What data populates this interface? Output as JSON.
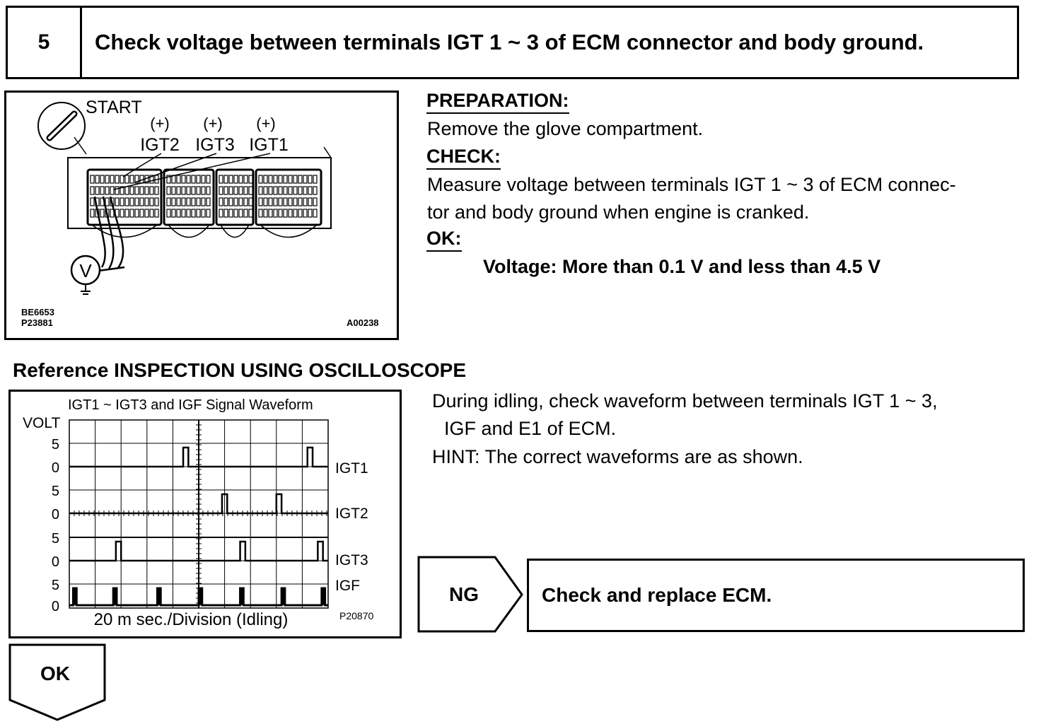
{
  "step": {
    "number": "5",
    "title": "Check voltage between terminals IGT 1 ~ 3 of ECM connector and body ground."
  },
  "connector_figure": {
    "start_label": "START",
    "polarity_labels": [
      "(+)",
      "(+)",
      "(+)"
    ],
    "terminal_labels": [
      "IGT2",
      "IGT3",
      "IGT1"
    ],
    "meter_symbol": "V",
    "codes_left": [
      "BE6653",
      "P23881"
    ],
    "code_right": "A00238"
  },
  "preparation": {
    "heading": "PREPARATION:",
    "text": "Remove the glove compartment."
  },
  "check": {
    "heading": "CHECK:",
    "line1": "Measure voltage between terminals IGT 1 ~ 3 of ECM connec-",
    "line2": "tor and body ground when engine is cranked."
  },
  "ok_spec": {
    "heading": "OK:",
    "value": "Voltage:  More than 0.1 V and less than 4.5 V"
  },
  "reference": {
    "title": "Reference INSPECTION USING OSCILLOSCOPE",
    "line1": "During idling, check waveform between terminals IGT 1 ~ 3,",
    "line2": "IGF and E1 of ECM.",
    "hint": "HINT: The correct waveforms are as shown."
  },
  "chart_data": {
    "type": "line",
    "title": "IGT1 ~ IGT3 and IGF Signal Waveform",
    "ylabel": "VOLT",
    "xlabel": "20 m sec./Division (Idling)",
    "code": "P20870",
    "x_divisions": 10,
    "series": [
      {
        "name": "IGT1",
        "high": 5,
        "low": 0,
        "ticks": [
          "5",
          "0"
        ],
        "pulses": [
          [
            4.4,
            4.6
          ],
          [
            9.2,
            9.4
          ]
        ]
      },
      {
        "name": "IGT2",
        "high": 5,
        "low": 0,
        "ticks": [
          "5",
          "0"
        ],
        "pulses": [
          [
            5.9,
            6.1
          ],
          [
            8.0,
            8.2
          ]
        ]
      },
      {
        "name": "IGT3",
        "high": 5,
        "low": 0,
        "ticks": [
          "5",
          "0"
        ],
        "pulses": [
          [
            1.8,
            2.0
          ],
          [
            6.6,
            6.8
          ],
          [
            9.6,
            9.8
          ]
        ]
      },
      {
        "name": "IGF",
        "high": 5,
        "low": 0,
        "ticks": [
          "5",
          "0"
        ],
        "pulses": [
          [
            0.15,
            0.28
          ],
          [
            1.7,
            1.83
          ],
          [
            3.4,
            3.53
          ],
          [
            5.0,
            5.13
          ],
          [
            6.6,
            6.73
          ],
          [
            8.2,
            8.33
          ],
          [
            9.75,
            9.88
          ]
        ]
      }
    ]
  },
  "ng_flow": {
    "tag": "NG",
    "action": "Check and replace ECM."
  },
  "ok_flow": {
    "tag": "OK"
  }
}
